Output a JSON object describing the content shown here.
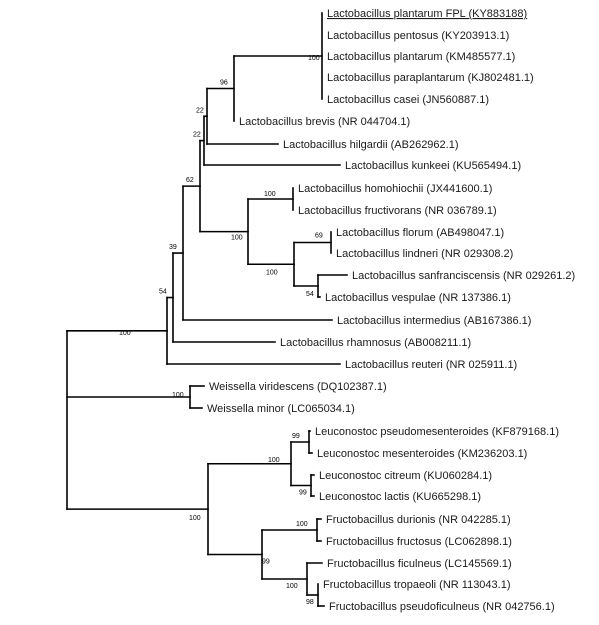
{
  "figure": {
    "type": "phylogenetic-tree",
    "colors": {
      "branch": "#000000",
      "text": "#1a1a1a",
      "background": "#ffffff"
    }
  },
  "leaves": [
    {
      "id": "L1",
      "label": "Lactobacillus plantarum FPL (KY883188)",
      "highlight": true
    },
    {
      "id": "L2",
      "label": "Lactobacillus pentosus (KY203913.1)"
    },
    {
      "id": "L3",
      "label": "Lactobacillus plantarum (KM485577.1)"
    },
    {
      "id": "L4",
      "label": "Lactobacillus paraplantarum (KJ802481.1)"
    },
    {
      "id": "L5",
      "label": "Lactobacillus casei (JN560887.1)"
    },
    {
      "id": "L6",
      "label": "Lactobacillus brevis (NR 044704.1)"
    },
    {
      "id": "L7",
      "label": "Lactobacillus hilgardii (AB262962.1)"
    },
    {
      "id": "L8",
      "label": "Lactobacillus kunkeei (KU565494.1)"
    },
    {
      "id": "L9",
      "label": "Lactobacillus homohiochii (JX441600.1)"
    },
    {
      "id": "L10",
      "label": "Lactobacillus fructivorans (NR 036789.1)"
    },
    {
      "id": "L11",
      "label": "Lactobacillus florum (AB498047.1)"
    },
    {
      "id": "L12",
      "label": "Lactobacillus lindneri (NR 029308.2)"
    },
    {
      "id": "L13",
      "label": "Lactobacillus sanfranciscensis (NR 029261.2)"
    },
    {
      "id": "L14",
      "label": "Lactobacillus vespulae (NR 137386.1)"
    },
    {
      "id": "L15",
      "label": "Lactobacillus intermedius (AB167386.1)"
    },
    {
      "id": "L16",
      "label": "Lactobacillus rhamnosus (AB008211.1)"
    },
    {
      "id": "L17",
      "label": "Lactobacillus reuteri (NR 025911.1)"
    },
    {
      "id": "L18",
      "label": "Weissella viridescens (DQ102387.1)"
    },
    {
      "id": "L19",
      "label": "Weissella minor (LC065034.1)"
    },
    {
      "id": "L20",
      "label": "Leuconostoc pseudomesenteroides (KF879168.1)"
    },
    {
      "id": "L21",
      "label": "Leuconostoc mesenteroides (KM236203.1)"
    },
    {
      "id": "L22",
      "label": "Leuconostoc citreum (KU060284.1)"
    },
    {
      "id": "L23",
      "label": "Leuconostoc lactis (KU665298.1)"
    },
    {
      "id": "L24",
      "label": "Fructobacillus durionis (NR 042285.1)"
    },
    {
      "id": "L25",
      "label": "Fructobacillus fructosus (LC062898.1)"
    },
    {
      "id": "L26",
      "label": "Fructobacillus ficulneus (LC145569.1)"
    },
    {
      "id": "L27",
      "label": "Fructobacillus tropaeoli (NR 113043.1)"
    },
    {
      "id": "L28",
      "label": "Fructobacillus pseudoficulneus (NR 042756.1)"
    }
  ],
  "support_values": [
    {
      "node": "plantarum-group",
      "value": "100"
    },
    {
      "node": "plantarum-brevis",
      "value": "96"
    },
    {
      "node": "plus-hilgardii",
      "value": "22"
    },
    {
      "node": "plus-kunkeei",
      "value": "22"
    },
    {
      "node": "homohiochii-fructivorans",
      "value": "100"
    },
    {
      "node": "fructivorans-sanfrancisco-group",
      "value": "100"
    },
    {
      "node": "florum-lindneri",
      "value": "69"
    },
    {
      "node": "florum-sanfrancisco-group",
      "value": "100"
    },
    {
      "node": "sanfranciscensis-vespulae",
      "value": "54"
    },
    {
      "node": "upper-lactobacillus",
      "value": "62"
    },
    {
      "node": "plus-intermedius",
      "value": "39"
    },
    {
      "node": "plus-rhamnosus",
      "value": "54"
    },
    {
      "node": "lactobacillus-clade",
      "value": "100"
    },
    {
      "node": "weissella",
      "value": "100"
    },
    {
      "node": "leuconostoc-pseudomes-mes",
      "value": "99"
    },
    {
      "node": "leuconostoc",
      "value": "100"
    },
    {
      "node": "citreum-lactis",
      "value": "99"
    },
    {
      "node": "durionis-fructosus",
      "value": "100"
    },
    {
      "node": "fructobacillus",
      "value": "99"
    },
    {
      "node": "ficulneus-group",
      "value": "100"
    },
    {
      "node": "tropaeoli-pseudoficulneus",
      "value": "98"
    },
    {
      "node": "leuconostoc-fructobacillus",
      "value": "100"
    }
  ]
}
